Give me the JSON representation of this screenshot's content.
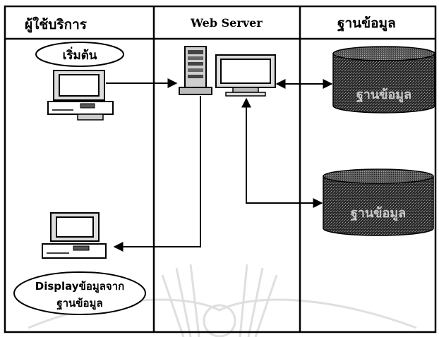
{
  "columns": {
    "user_header": "ผู้ใช้บริการ",
    "server_header": "Web Server",
    "database_header": "ฐานข้อมูล"
  },
  "nodes": {
    "start_label": "เริ่มต้น",
    "database_top_label": "ฐานข้อมูล",
    "database_bottom_label": "ฐานข้อมูล",
    "display_label_line1": "Displayข้อมูลจาก",
    "display_label_line2": "ฐานข้อมูล"
  },
  "icons": {
    "user_pc": "desktop-computer-icon",
    "server_tower": "server-tower-icon",
    "server_monitor": "monitor-icon",
    "database_top": "database-cylinder-icon",
    "database_bottom": "database-cylinder-icon",
    "display_pc": "desktop-computer-icon"
  }
}
